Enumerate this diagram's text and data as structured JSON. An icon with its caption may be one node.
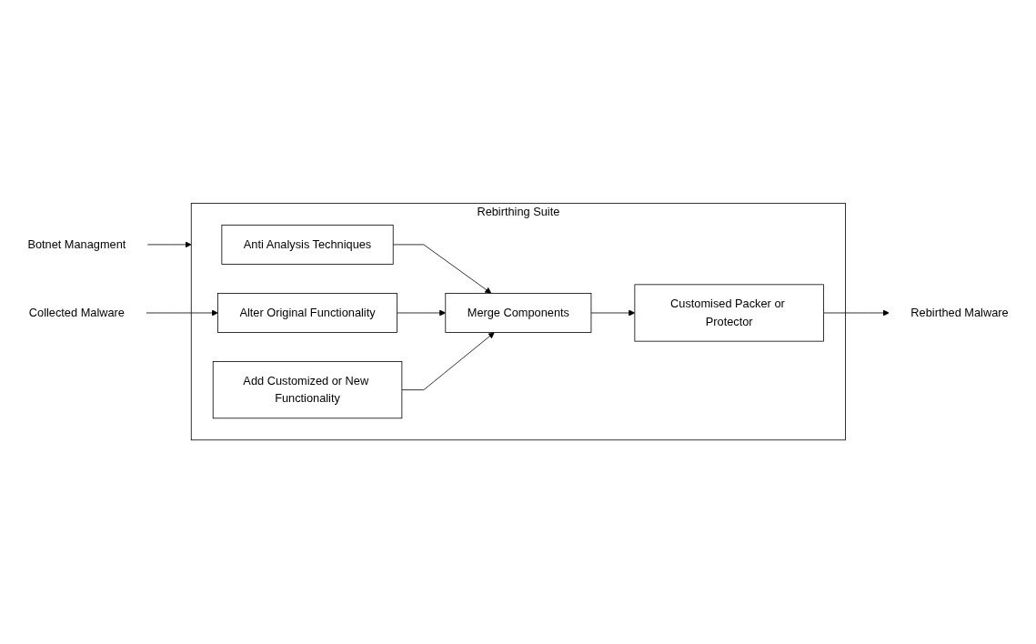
{
  "diagram": {
    "nodes": [
      {
        "text": [
          "Botnet Managment"
        ]
      },
      {
        "text": [
          "Rebirthing Suite"
        ]
      },
      {
        "text": [
          "Collected Malware"
        ]
      },
      {
        "text": [
          "Anti Analysis Techniques"
        ],
        "in": 1
      },
      {
        "text": [
          "Alter Original Functionality"
        ],
        "in": 1
      },
      {
        "text": [
          "Add Customized or New Functionality"
        ],
        "in": 1
      },
      {
        "text": [
          "Merge Components"
        ],
        "in": 1
      },
      {
        "text": [
          "Customised Packer or Protector"
        ],
        "in": 1
      },
      {
        "text": [
          "Rebirthed Malware"
        ]
      }
    ],
    "edges": [
      {
        "from": 0,
        "to": 1,
        "arrow": "to"
      },
      {
        "from": 2,
        "to": 4,
        "arrow": "to"
      },
      {
        "from": 3,
        "to": 6,
        "arrow": "to"
      },
      {
        "from": 4,
        "to": 6,
        "arrow": "to"
      },
      {
        "from": 5,
        "to": 6,
        "arrow": "to"
      },
      {
        "from": 6,
        "to": 7,
        "arrow": "to"
      },
      {
        "from": 7,
        "to": 8,
        "arrow": "to"
      }
    ]
  }
}
